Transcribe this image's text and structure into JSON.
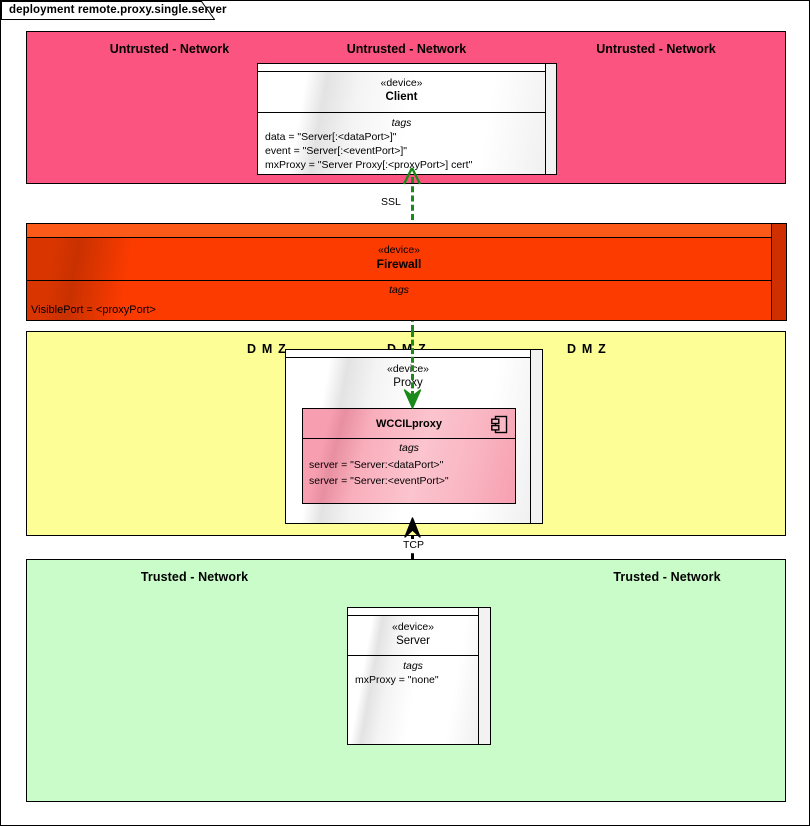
{
  "diagram": {
    "title": "deployment remote.proxy.single.server",
    "colors": {
      "untrusted_network": "#fc5480",
      "firewall": "#fb3b00",
      "dmz": "#fefe96",
      "trusted_network": "#c9fcc9",
      "component": "#f79fb0",
      "ssl_connector": "#1a8a1a",
      "tcp_connector": "#000000"
    }
  },
  "regions": {
    "untrusted": {
      "name": "Untrusted - Network",
      "labels": [
        "Untrusted - Network",
        "Untrusted - Network",
        "Untrusted - Network"
      ]
    },
    "dmz": {
      "name": "DMZ",
      "labels": [
        "D M Z",
        "D M Z",
        "D M Z"
      ]
    },
    "trusted": {
      "name": "Trusted - Network",
      "labels": [
        "Trusted - Network",
        "Trusted - Network"
      ]
    }
  },
  "nodes": {
    "client": {
      "stereotype": "«device»",
      "name": "Client",
      "tags_title": "tags",
      "tags": [
        "data = \"Server[:<dataPort>]\"",
        "event = \"Server[:<eventPort>]\"",
        "mxProxy = \"Server Proxy[:<proxyPort>] cert\""
      ]
    },
    "firewall": {
      "stereotype": "«device»",
      "name": "Firewall",
      "tags_title": "tags",
      "tags": [
        "VisiblePort = <proxyPort>"
      ]
    },
    "proxy": {
      "stereotype": "«device»",
      "name": "Proxy",
      "component": {
        "name": "WCCILproxy",
        "icon": "component-icon",
        "tags_title": "tags",
        "tags": [
          "server = \"Server:<dataPort>\"",
          "server = \"Server:<eventPort>\""
        ]
      }
    },
    "server": {
      "stereotype": "«device»",
      "name": "Server",
      "tags_title": "tags",
      "tags": [
        "mxProxy = \"none\""
      ]
    }
  },
  "connectors": {
    "ssl": {
      "label": "SSL",
      "from": "Proxy",
      "to": "Client",
      "style": "dashed",
      "color": "#1a8a1a"
    },
    "tcp": {
      "label": "TCP",
      "from": "Proxy",
      "to": "Server",
      "style": "dashed",
      "color": "#000000"
    }
  }
}
